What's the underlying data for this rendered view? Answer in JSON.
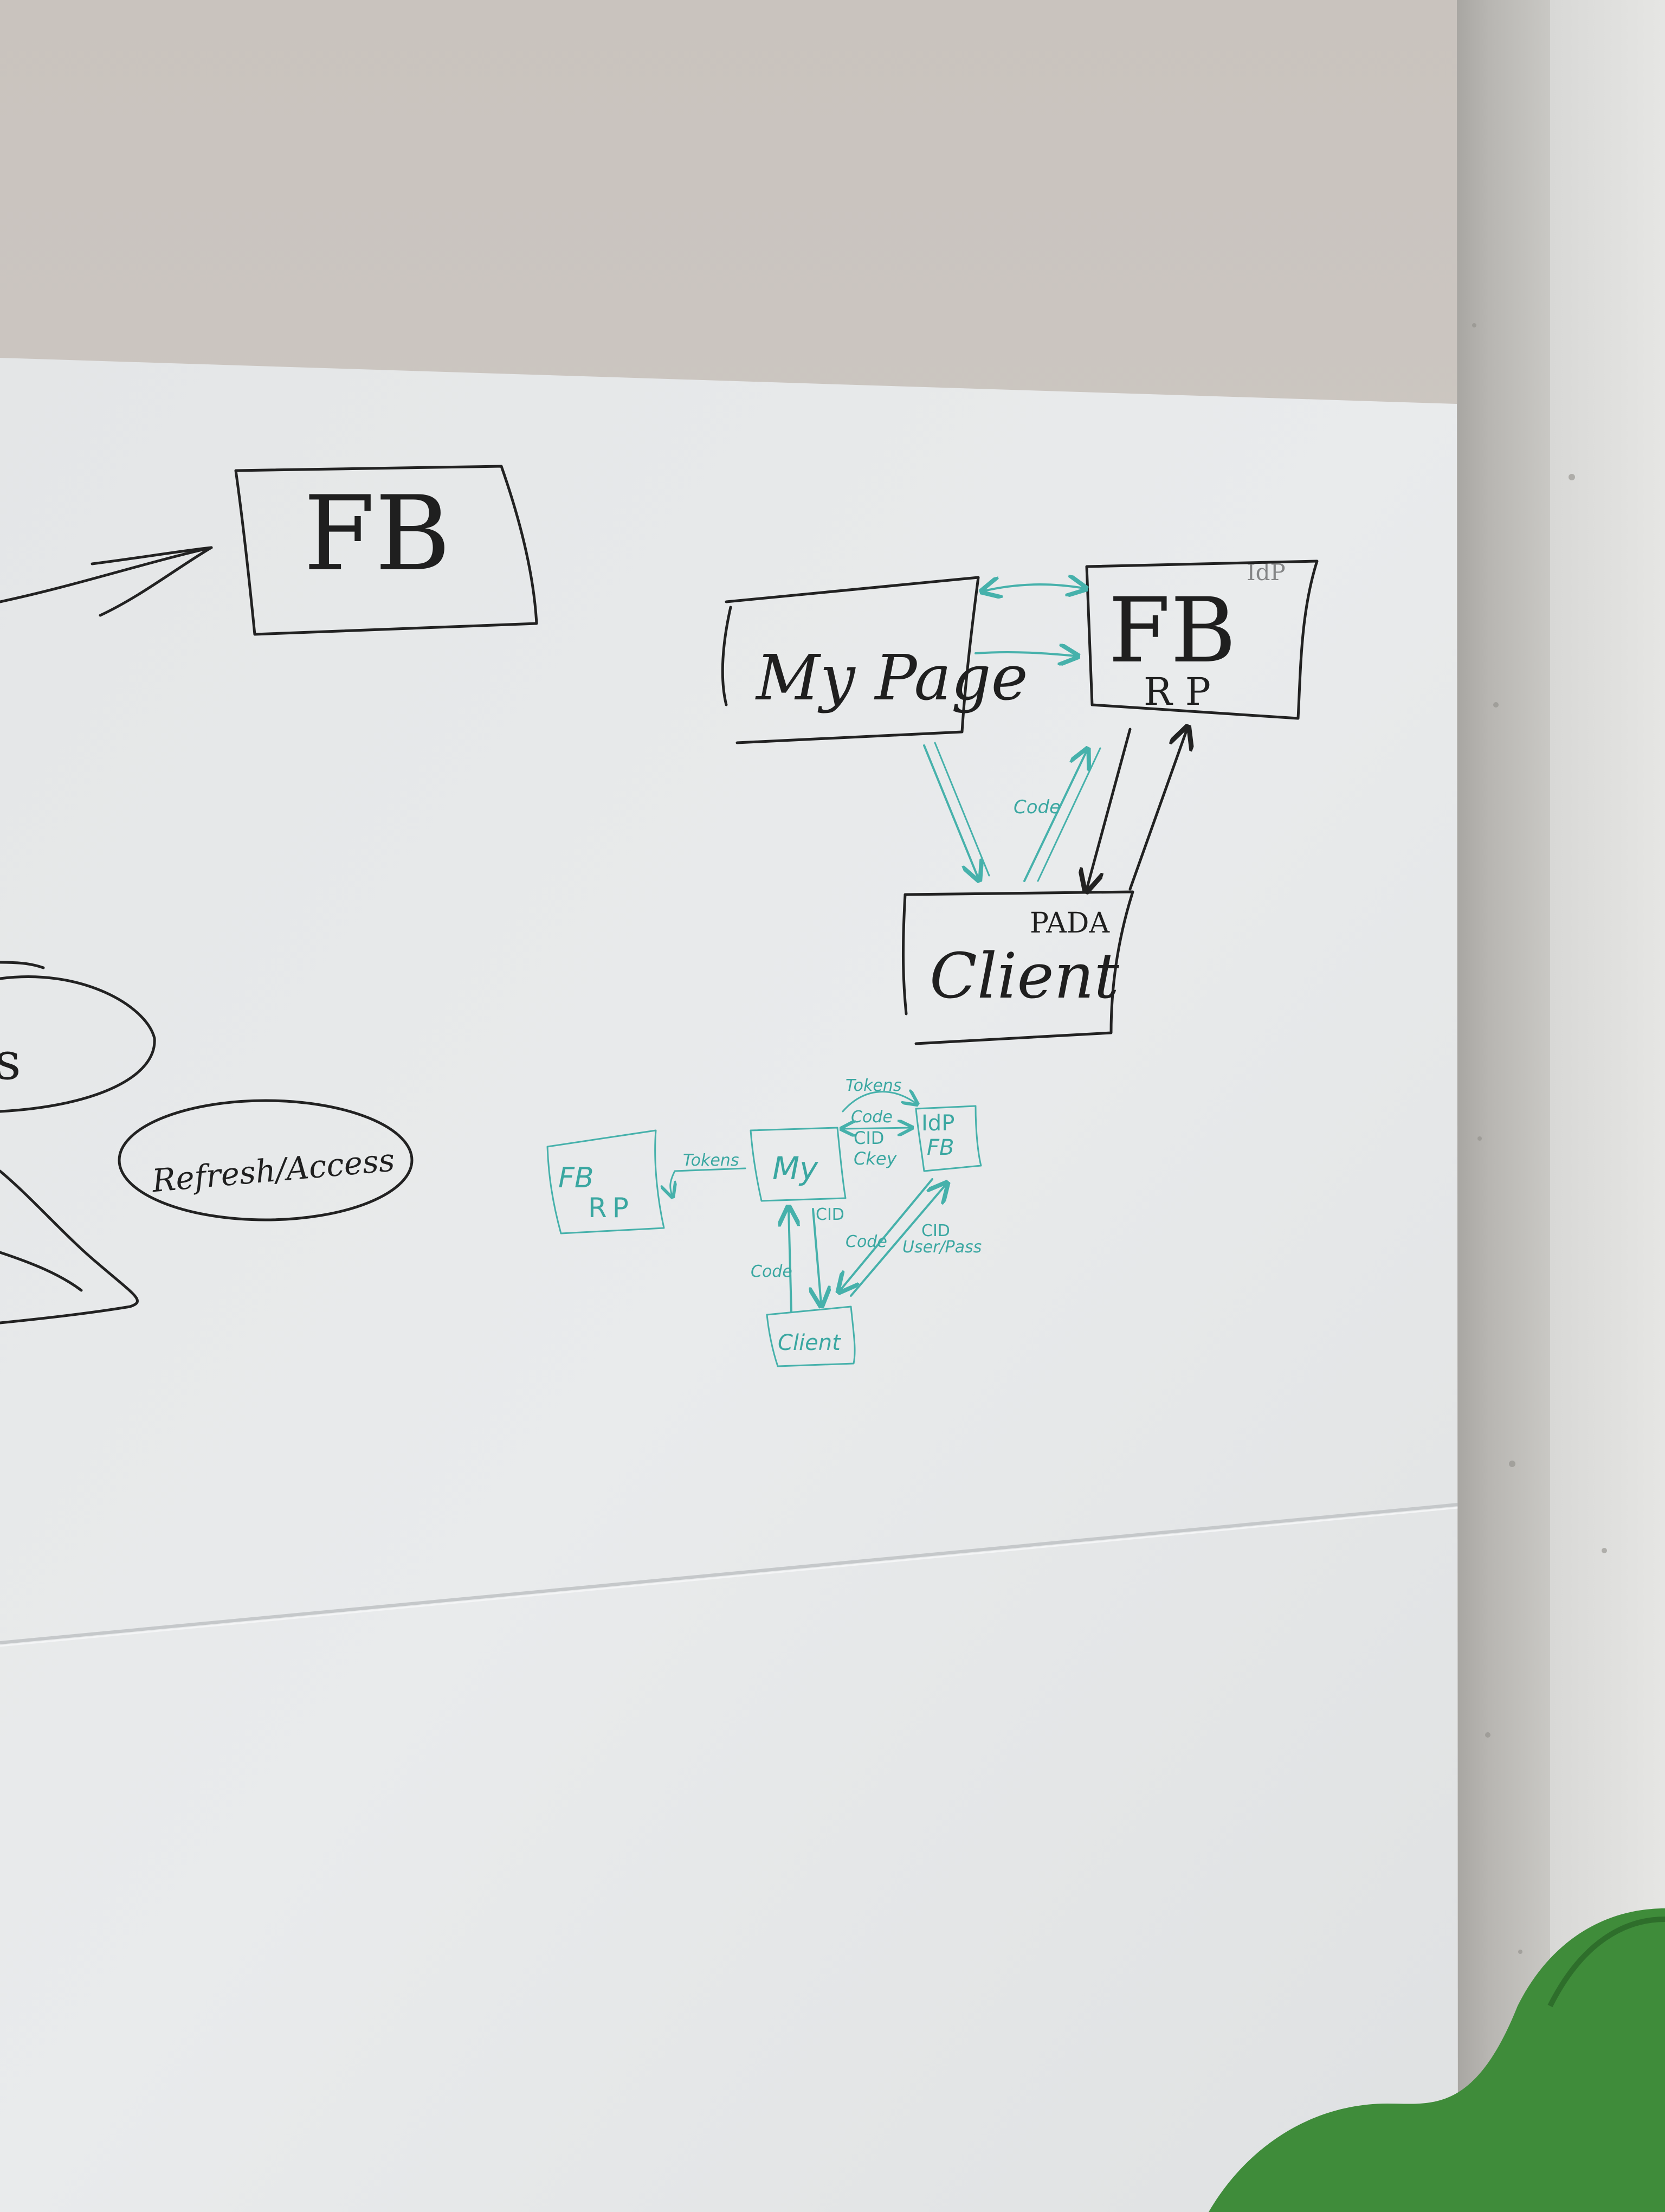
{
  "scene": {
    "description_type": "photo",
    "colors": {
      "wall": "#cfcac6",
      "whiteboard": "#e7e9ea",
      "concrete": "#b7b5b1",
      "chair": "#3f8c3a",
      "black_marker": "#222222",
      "teal_marker": "#46b1ab"
    }
  },
  "top_diagram": {
    "fb_box": "FB",
    "mypage_box": "My Page",
    "fb_rp_box_title": "FB",
    "fb_rp_box_sub": "RP",
    "fb_rp_box_corner": "IdP",
    "arrow_label_code": "Code",
    "client_box": "Client",
    "client_corner": "PADA"
  },
  "left_ellipses": {
    "refresh_access": "Refresh/Access",
    "partial_s": "s"
  },
  "bottom_diagram": {
    "fb_rp_title": "FB",
    "fb_rp_sub": "RP",
    "tokens_left": "Tokens",
    "my_box": "My",
    "tokens_top": "Tokens",
    "code_top": "Code",
    "cid_top": "CID",
    "ckey_top": "Ckey",
    "idp_title": "IdP",
    "idp_sub": "FB",
    "cid_mid": "CID",
    "code_left": "Code",
    "code_mid": "Code",
    "cid_right": "CID",
    "user_pass": "User/Pass",
    "client_box": "Client"
  }
}
